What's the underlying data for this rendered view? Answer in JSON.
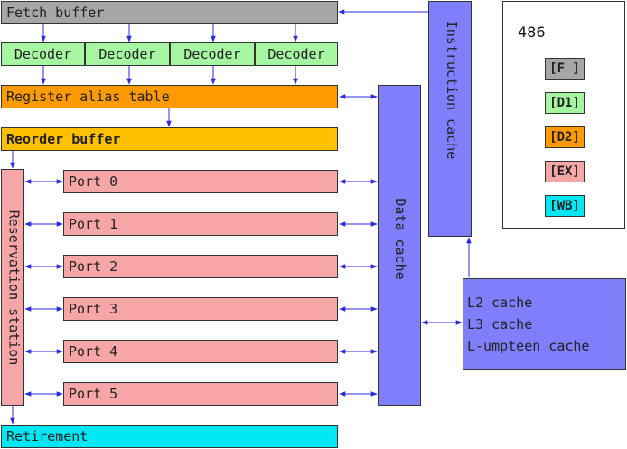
{
  "pipeline": {
    "fetch_buffer": "Fetch buffer",
    "decoders": [
      "Decoder",
      "Decoder",
      "Decoder",
      "Decoder"
    ],
    "register_alias_table": "Register alias table",
    "reorder_buffer": "Reorder buffer",
    "reservation_station": "Reservation station",
    "ports": [
      "Port 0",
      "Port 1",
      "Port 2",
      "Port 3",
      "Port 4",
      "Port 5"
    ],
    "retirement": "Retirement"
  },
  "caches": {
    "instruction_cache": "Instruction cache",
    "data_cache": "Data cache",
    "lower_levels": [
      "L2 cache",
      "L3 cache",
      "L-umpteen cache"
    ]
  },
  "legend": {
    "title": "486",
    "items": [
      {
        "label": "[F ]",
        "color": "#a6a6a6"
      },
      {
        "label": "[D1]",
        "color": "#a6f5a1"
      },
      {
        "label": "[D2]",
        "color": "#ff9a00"
      },
      {
        "label": "[EX]",
        "color": "#f6a6a7"
      },
      {
        "label": "[WB]",
        "color": "#00e8f4"
      }
    ]
  },
  "colors": {
    "fetch": "#a6a6a6",
    "decode": "#a6f5a1",
    "rename": "#ff9a00",
    "reorder": "#ffc000",
    "execute": "#f6a6a7",
    "cache": "#7f7ffb",
    "retire": "#00e8f4",
    "arrow": "#2a2ae6"
  }
}
